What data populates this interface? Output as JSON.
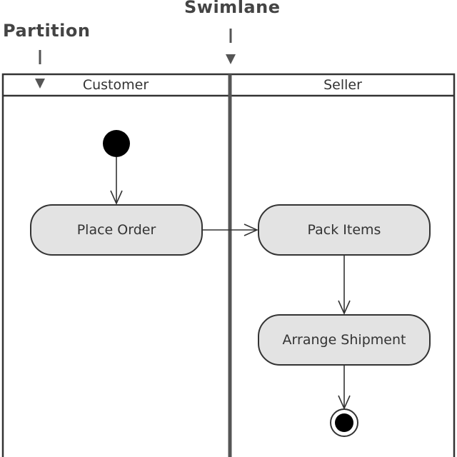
{
  "callouts": {
    "partition": "Partition",
    "swimlane": "Swimlane"
  },
  "lanes": {
    "customer": "Customer",
    "seller": "Seller"
  },
  "actions": {
    "place_order": "Place Order",
    "pack_items": "Pack Items",
    "arrange_shipment": "Arrange Shipment"
  },
  "colors": {
    "line": "#333333",
    "action_fill": "#e3e3e3",
    "node_fill": "#000000"
  }
}
